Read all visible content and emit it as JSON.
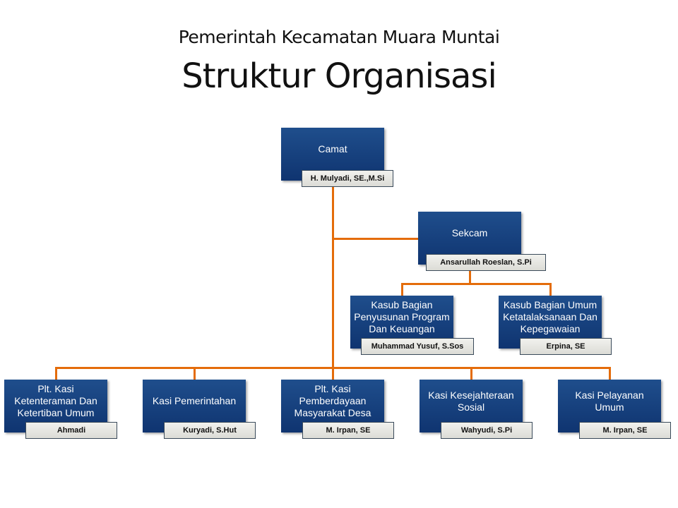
{
  "header": {
    "subtitle": "Pemerintah Kecamatan Muara Muntai",
    "title": "Struktur Organisasi"
  },
  "nodes": {
    "camat": {
      "role": "Camat",
      "name": "H. Mulyadi, SE.,M.Si"
    },
    "sekcam": {
      "role": "Sekcam",
      "name": "Ansarullah Roeslan, S.Pi"
    },
    "kasub1": {
      "role": "Kasub Bagian Penyusunan Program Dan Keuangan",
      "name": "Muhammad Yusuf, S.Sos"
    },
    "kasub2": {
      "role": "Kasub Bagian Umum Ketatalaksanaan Dan Kepegawaian",
      "name": "Erpina, SE"
    },
    "kasi": [
      {
        "role": "Plt. Kasi Ketenteraman Dan Ketertiban Umum",
        "name": "Ahmadi"
      },
      {
        "role": "Kasi Pemerintahan",
        "name": "Kuryadi, S.Hut"
      },
      {
        "role": "Plt. Kasi Pemberdayaan Masyarakat Desa",
        "name": "M. Irpan, SE"
      },
      {
        "role": "Kasi Kesejahteraan Sosial",
        "name": "Wahyudi, S.Pi"
      },
      {
        "role": "Kasi Pelayanan Umum",
        "name": "M. Irpan, SE"
      }
    ]
  },
  "colors": {
    "box": "#1f4e8c",
    "connector": "#e46c0a"
  }
}
